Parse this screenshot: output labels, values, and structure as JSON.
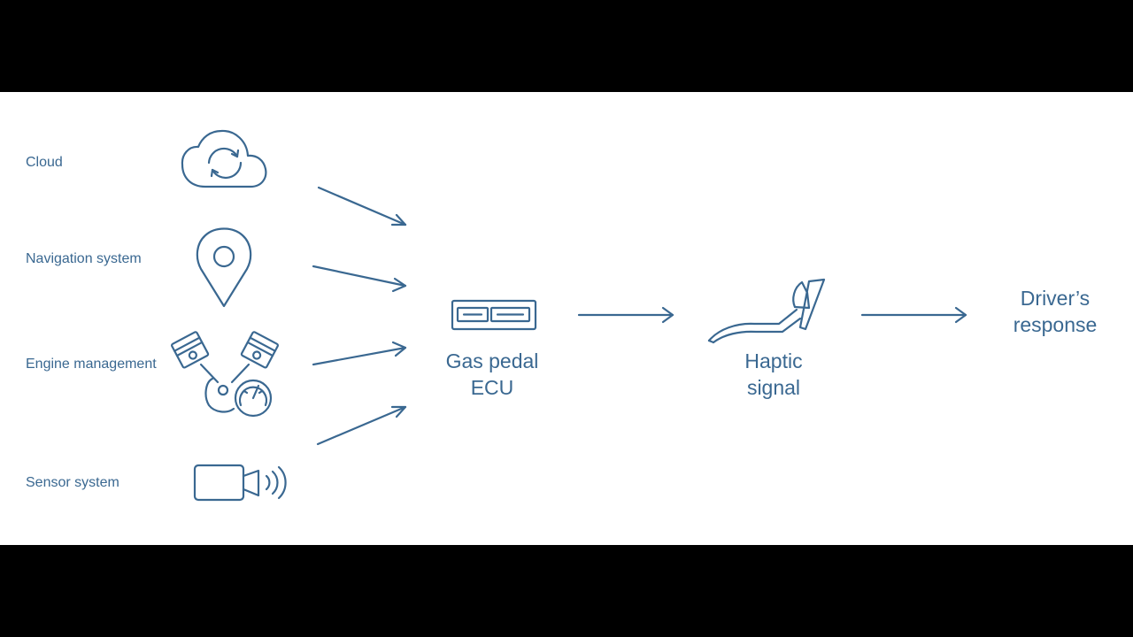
{
  "sources": [
    {
      "id": "cloud",
      "label": "Cloud",
      "icon": "cloud-sync-icon"
    },
    {
      "id": "navigation",
      "label": "Navigation system",
      "icon": "map-pin-icon"
    },
    {
      "id": "engine",
      "label": "Engine management",
      "icon": "engine-pistons-gauge-icon"
    },
    {
      "id": "sensor",
      "label": "Sensor system",
      "icon": "camera-sensor-icon"
    }
  ],
  "nodes": {
    "ecu": {
      "line1": "Gas pedal",
      "line2": "ECU",
      "icon": "ecu-module-icon"
    },
    "haptic": {
      "line1": "Haptic",
      "line2": "signal",
      "icon": "gas-pedal-icon"
    },
    "driver": {
      "line1": "Driver’s",
      "line2": "response"
    }
  },
  "colors": {
    "accent": "#3a6891",
    "background": "#ffffff",
    "letterbox": "#000000"
  }
}
